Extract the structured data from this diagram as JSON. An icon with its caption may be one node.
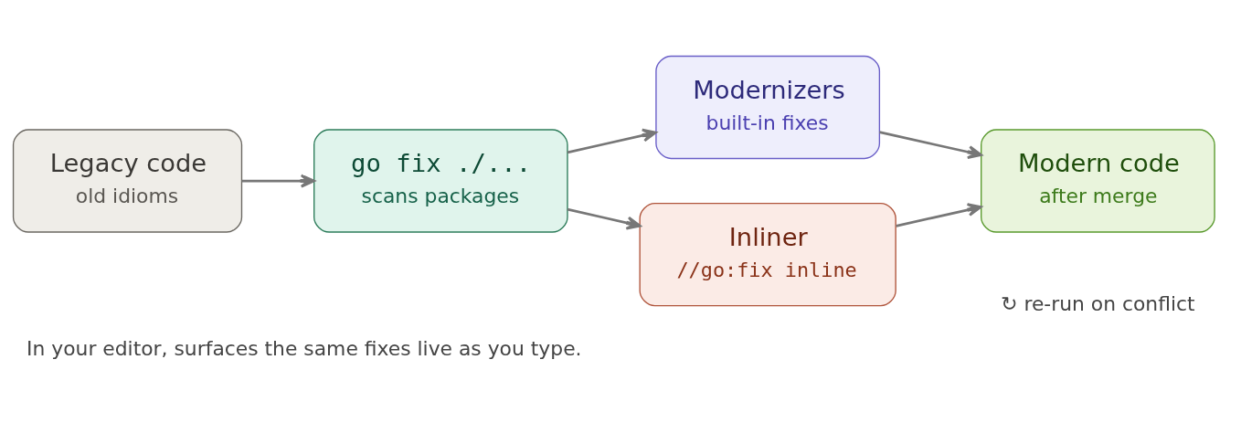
{
  "diagram": {
    "caption": "In your editor, surfaces the same fixes live as you type.",
    "nodes": [
      {
        "text": [
          "Legacy code",
          "old idioms"
        ]
      },
      {
        "text": [
          "go fix ./...",
          "scans packages"
        ]
      },
      {
        "text": [
          "Modernizers",
          "built-in fixes"
        ]
      },
      {
        "text": [
          "Inliner",
          "//go:fix inline"
        ]
      },
      {
        "text": [
          "Modern code",
          "after merge"
        ]
      }
    ],
    "edges": [
      {
        "from": 0,
        "to": 1,
        "arrow": "to"
      },
      {
        "from": 1,
        "to": 2,
        "arrow": "to"
      },
      {
        "from": 1,
        "to": 3,
        "arrow": "to"
      },
      {
        "from": 2,
        "to": 4,
        "arrow": "to"
      },
      {
        "from": 3,
        "to": 4,
        "arrow": "to"
      }
    ],
    "labels": [
      "↻ re-run on conflict"
    ]
  }
}
